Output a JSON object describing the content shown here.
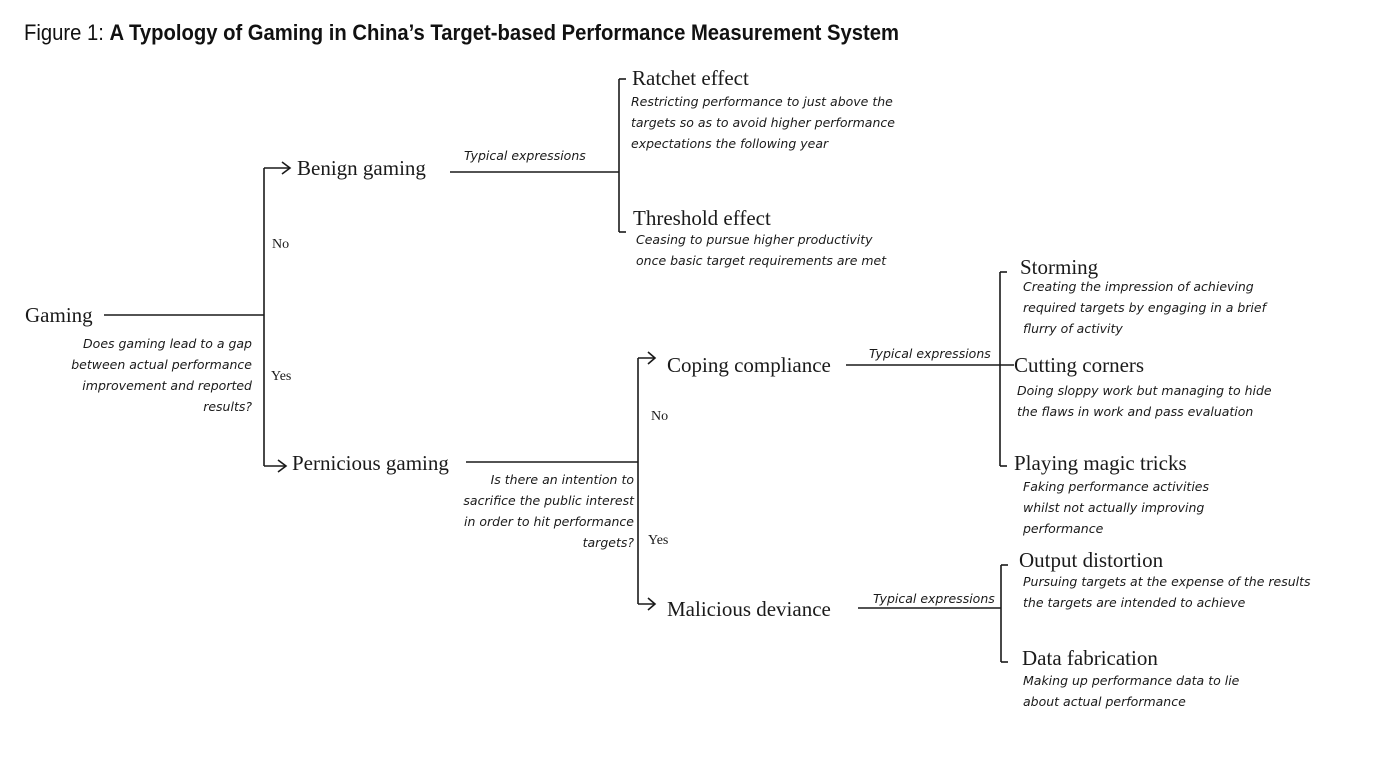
{
  "figure": {
    "label": "Figure 1:",
    "title": "A Typology of Gaming in China’s Target-based Performance Measurement System"
  },
  "root": {
    "label": "Gaming",
    "question": [
      "Does gaming lead to a gap",
      "between actual performance",
      "improvement and reported",
      "results?"
    ],
    "no_label": "No",
    "yes_label": "Yes"
  },
  "benign": {
    "label": "Benign gaming",
    "typical_label": "Typical expressions",
    "ratchet": {
      "label": "Ratchet effect",
      "desc": [
        "Restricting performance to just above the",
        "targets so as to avoid higher performance",
        "expectations the following year"
      ]
    },
    "threshold": {
      "label": "Threshold effect",
      "desc": [
        "Ceasing to pursue higher productivity",
        "once basic target requirements are met"
      ]
    }
  },
  "pernicious": {
    "label": "Pernicious gaming",
    "question": [
      "Is there an intention to",
      "sacrifice the public interest",
      "in order to hit performance",
      "targets?"
    ],
    "no_label": "No",
    "yes_label": "Yes"
  },
  "coping": {
    "label": "Coping compliance",
    "typical_label": "Typical expressions",
    "storming": {
      "label": "Storming",
      "desc": [
        "Creating the impression of achieving",
        "required targets by engaging in a brief",
        "flurry of activity"
      ]
    },
    "cutting": {
      "label": "Cutting corners",
      "desc": [
        "Doing sloppy work but managing to hide",
        "the flaws in work and pass evaluation"
      ]
    },
    "magic": {
      "label": "Playing magic tricks",
      "desc": [
        "Faking performance activities",
        "whilst not actually improving",
        "performance"
      ]
    }
  },
  "malicious": {
    "label": "Malicious deviance",
    "typical_label": "Typical expressions",
    "output": {
      "label": "Output distortion",
      "desc": [
        "Pursuing targets at the expense of the results",
        "the targets are intended to achieve"
      ]
    },
    "fabrication": {
      "label": "Data fabrication",
      "desc": [
        "Making up performance data to lie",
        "about actual performance"
      ]
    }
  }
}
